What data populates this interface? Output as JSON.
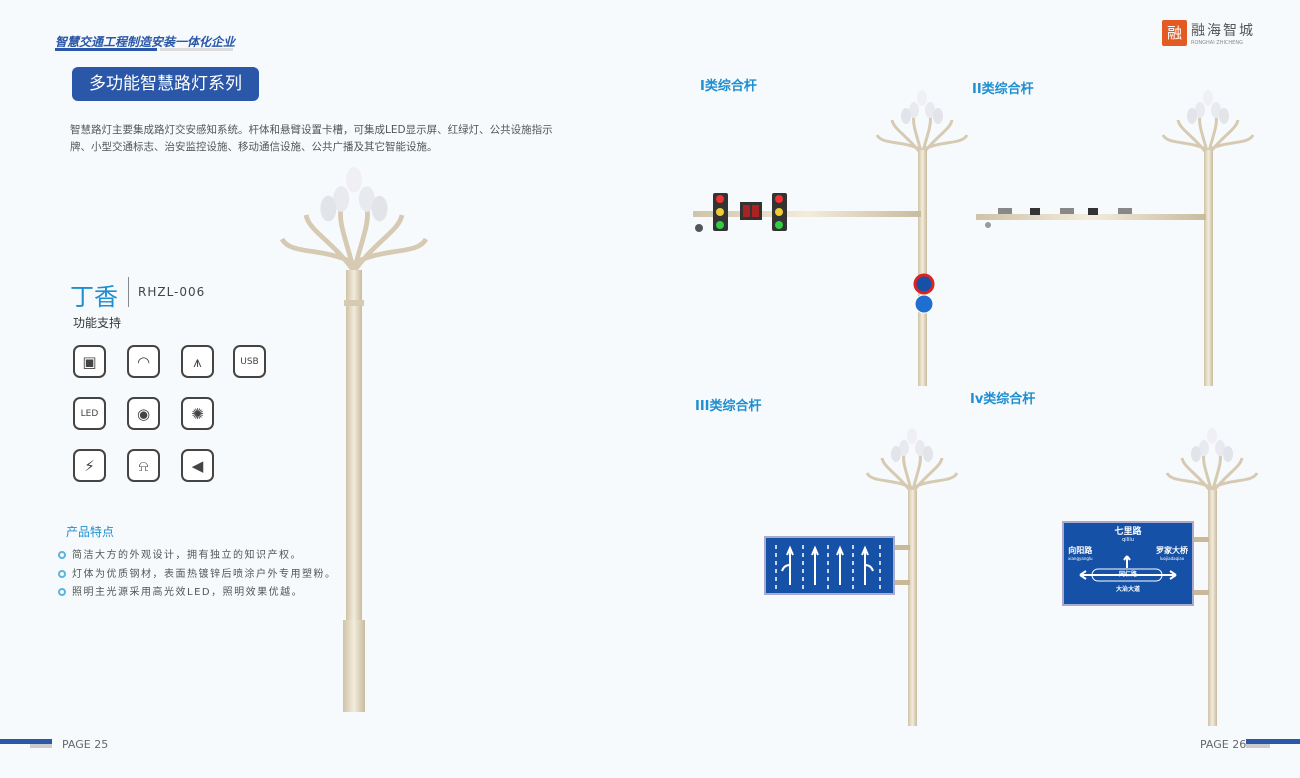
{
  "header": {
    "slogan": "智慧交通工程制造安装一体化企业",
    "series_title": "多功能智慧路灯系列"
  },
  "logo": {
    "mark": "融",
    "name_cn": "融海智城",
    "name_en": "RONGHAI ZHICHENG"
  },
  "intro": "智慧路灯主要集成路灯交安感知系统。杆体和悬臂设置卡槽，可集成LED显示屏、红绿灯、公共设施指示牌、小型交通标志、治安监控设施、移动通信设施、公共广播及其它智能设施。",
  "product": {
    "name": "丁香",
    "code": "RHZL-006",
    "functions_label": "功能支持"
  },
  "function_icons": [
    {
      "name": "display-icon",
      "glyph": "▣"
    },
    {
      "name": "wifi-icon",
      "glyph": "◠"
    },
    {
      "name": "antenna-icon",
      "glyph": "⩚"
    },
    {
      "name": "usb-icon",
      "glyph": "USB"
    },
    {
      "name": "led-icon",
      "glyph": "LED"
    },
    {
      "name": "camera-icon",
      "glyph": "◉"
    },
    {
      "name": "light-icon",
      "glyph": "✺"
    },
    {
      "name": "charging-icon",
      "glyph": "⚡"
    },
    {
      "name": "alarm-icon",
      "glyph": "⍾"
    },
    {
      "name": "speaker-icon",
      "glyph": "◀"
    }
  ],
  "features": {
    "title": "产品特点",
    "items": [
      "简洁大方的外观设计，拥有独立的知识产权。",
      "灯体为优质钢材，表面热镀锌后喷涂户外专用塑粉。",
      "照明主光源采用高光效LED，照明效果优越。"
    ]
  },
  "poles": {
    "type1": "I类综合杆",
    "type2": "II类综合杆",
    "type3": "III类综合杆",
    "type4": "Iv类综合杆"
  },
  "sign": {
    "top": "七里路",
    "top_py": "qililu",
    "left": "向阳路",
    "left_py": "xiangyanglu",
    "right": "罗家大桥",
    "right_py": "luojiadaqiao",
    "center": "同仁路",
    "bottom": "大治大道"
  },
  "footer": {
    "left_page": "PAGE 25",
    "right_page": "PAGE 26"
  },
  "colors": {
    "accent": "#2a57a8",
    "light_blue": "#1e8fd0",
    "sign_blue": "#1651a8",
    "pole": "#e6dcc6"
  }
}
